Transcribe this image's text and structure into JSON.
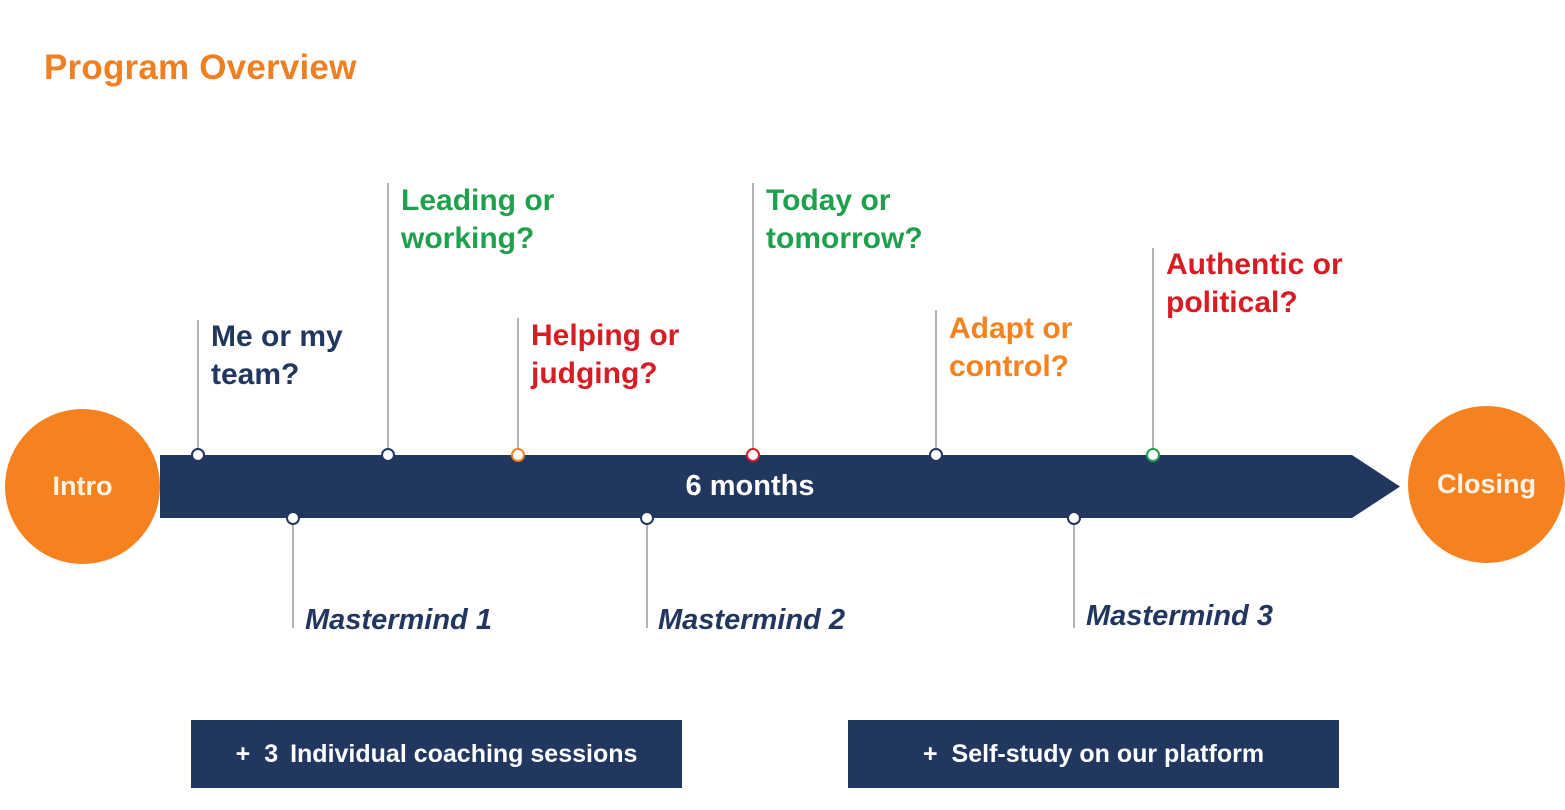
{
  "page_title": "Program Overview",
  "colors": {
    "orange": "#F5821F",
    "title_orange": "#EE8023",
    "navy": "#21375F",
    "green": "#1FA04D",
    "red": "#D91B23",
    "connector_gray": "#B3B3B3",
    "white": "#FFFFFF"
  },
  "timeline": {
    "duration_label": "6 months",
    "start_label": "Intro",
    "end_label": "Closing"
  },
  "topics": [
    {
      "label": "Me or my\nteam?",
      "color": "#21375F",
      "marker_color": "#21375F"
    },
    {
      "label": "Leading or\nworking?",
      "color": "#1FA04D",
      "marker_color": "#21375F"
    },
    {
      "label": "Helping or\njudging?",
      "color": "#D91B23",
      "marker_color": "#F5821F"
    },
    {
      "label": "Today or\ntomorrow?",
      "color": "#1FA04D",
      "marker_color": "#D91B23"
    },
    {
      "label": "Adapt or\ncontrol?",
      "color": "#F5821F",
      "marker_color": "#21375F"
    },
    {
      "label": "Authentic or\npolitical?",
      "color": "#D91B23",
      "marker_color": "#1FA04D"
    }
  ],
  "masterminds": [
    {
      "label": "Mastermind 1"
    },
    {
      "label": "Mastermind 2"
    },
    {
      "label": "Mastermind 3"
    }
  ],
  "footer": {
    "coaching": {
      "plus": "+",
      "count": "3",
      "label": "Individual coaching sessions"
    },
    "selfstudy": {
      "plus": "+",
      "count": "",
      "label": "Self-study on our platform"
    }
  }
}
